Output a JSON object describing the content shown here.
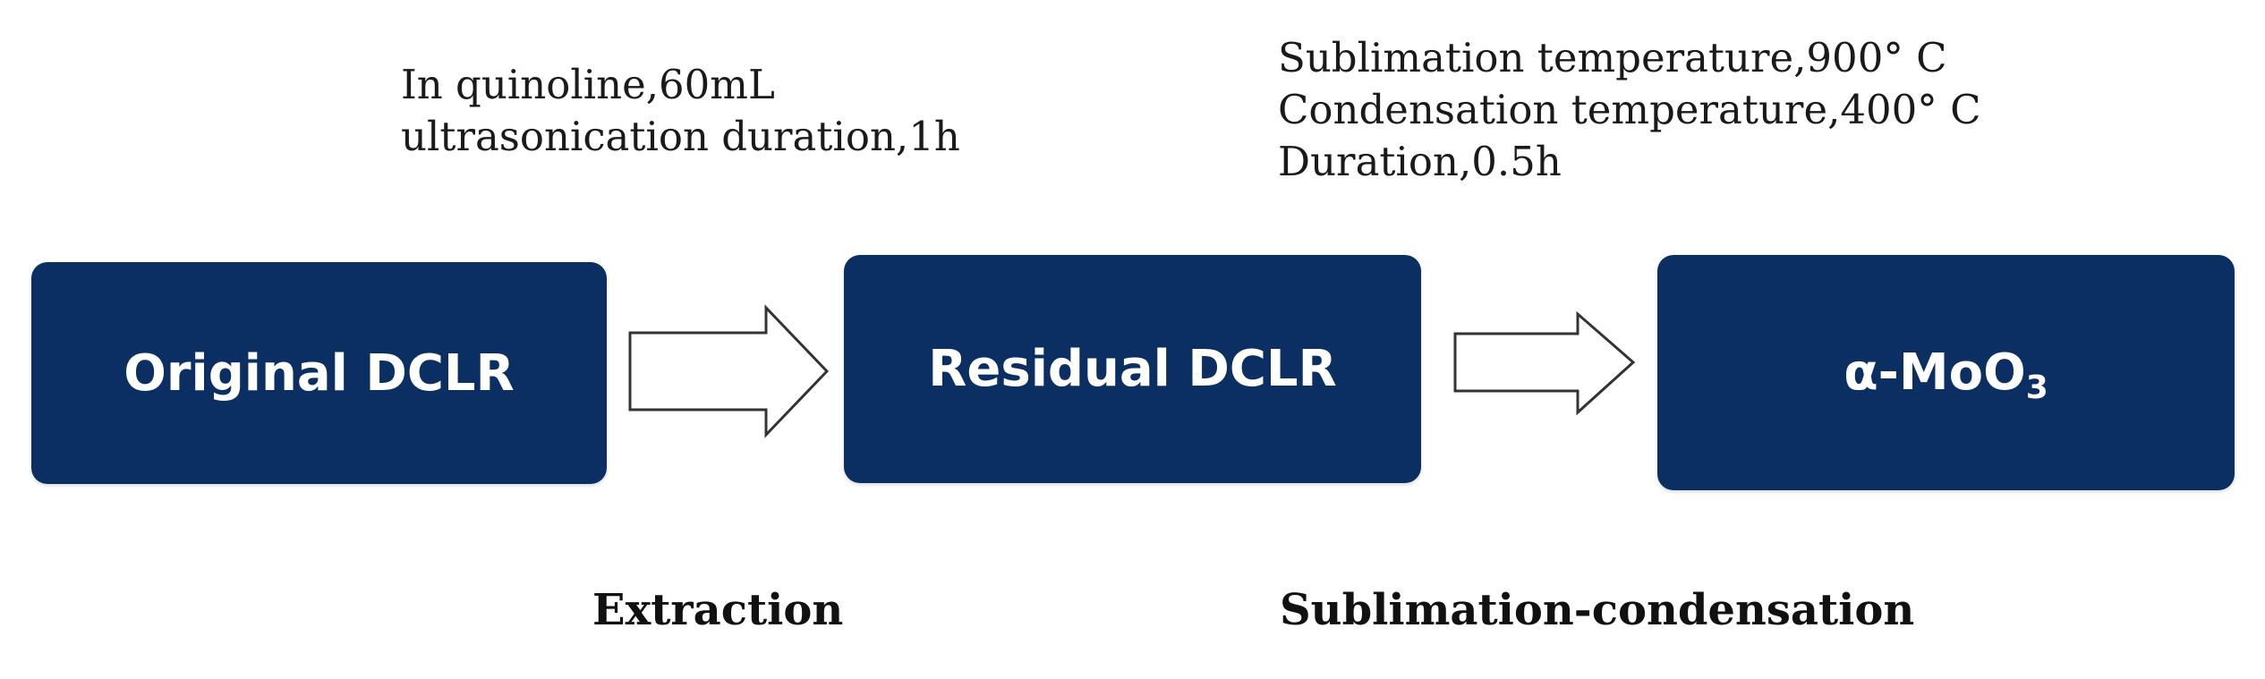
{
  "notes": {
    "extraction": [
      "In quinoline,60mL",
      "ultrasonication duration,1h"
    ],
    "sublimation": [
      "Sublimation temperature,900° C",
      "Condensation temperature,400° C",
      "Duration,0.5h"
    ]
  },
  "boxes": {
    "original": "Original DCLR",
    "residual": "Residual DCLR",
    "product_main": "α-MoO",
    "product_sub": "3"
  },
  "steps": {
    "extraction": "Extraction",
    "sublimation": "Sublimation-condensation"
  },
  "colors": {
    "box_fill": "#0b2f63",
    "box_text": "#ffffff",
    "arrow_fill": "#ffffff",
    "arrow_stroke": "#333333"
  }
}
